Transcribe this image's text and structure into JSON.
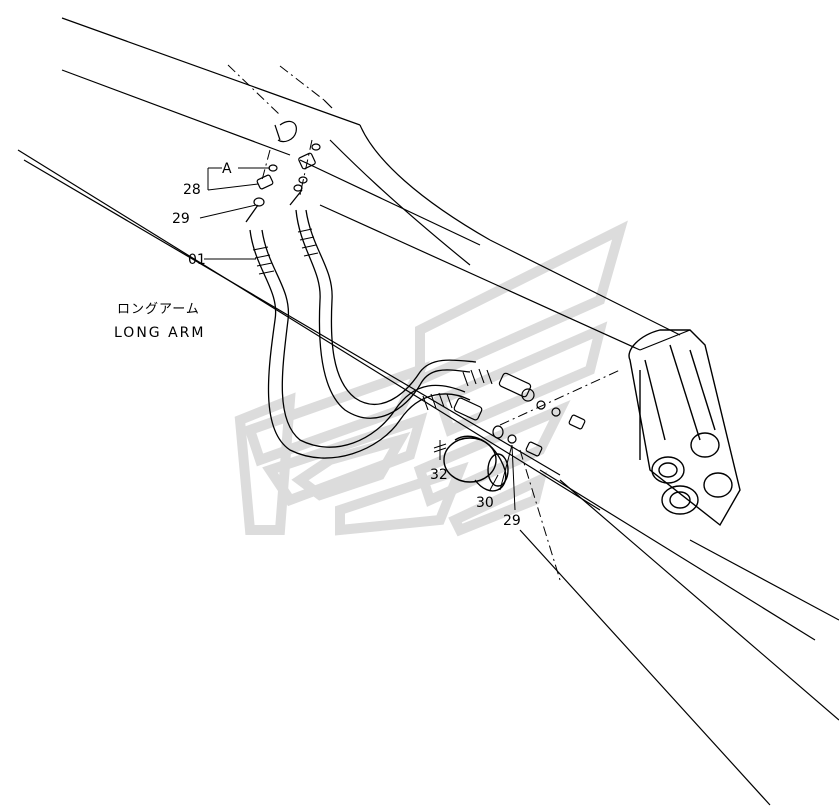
{
  "diagram": {
    "callouts": {
      "a": "A",
      "p28": "28",
      "p29_top": "29",
      "p01": "01",
      "p32": "32",
      "p30": "30",
      "p29_bottom": "29"
    },
    "arm_label_jp": "ロングアーム",
    "arm_label_en": "LONG ARM",
    "colors": {
      "line": "#000000",
      "watermark": "#dedede"
    }
  }
}
